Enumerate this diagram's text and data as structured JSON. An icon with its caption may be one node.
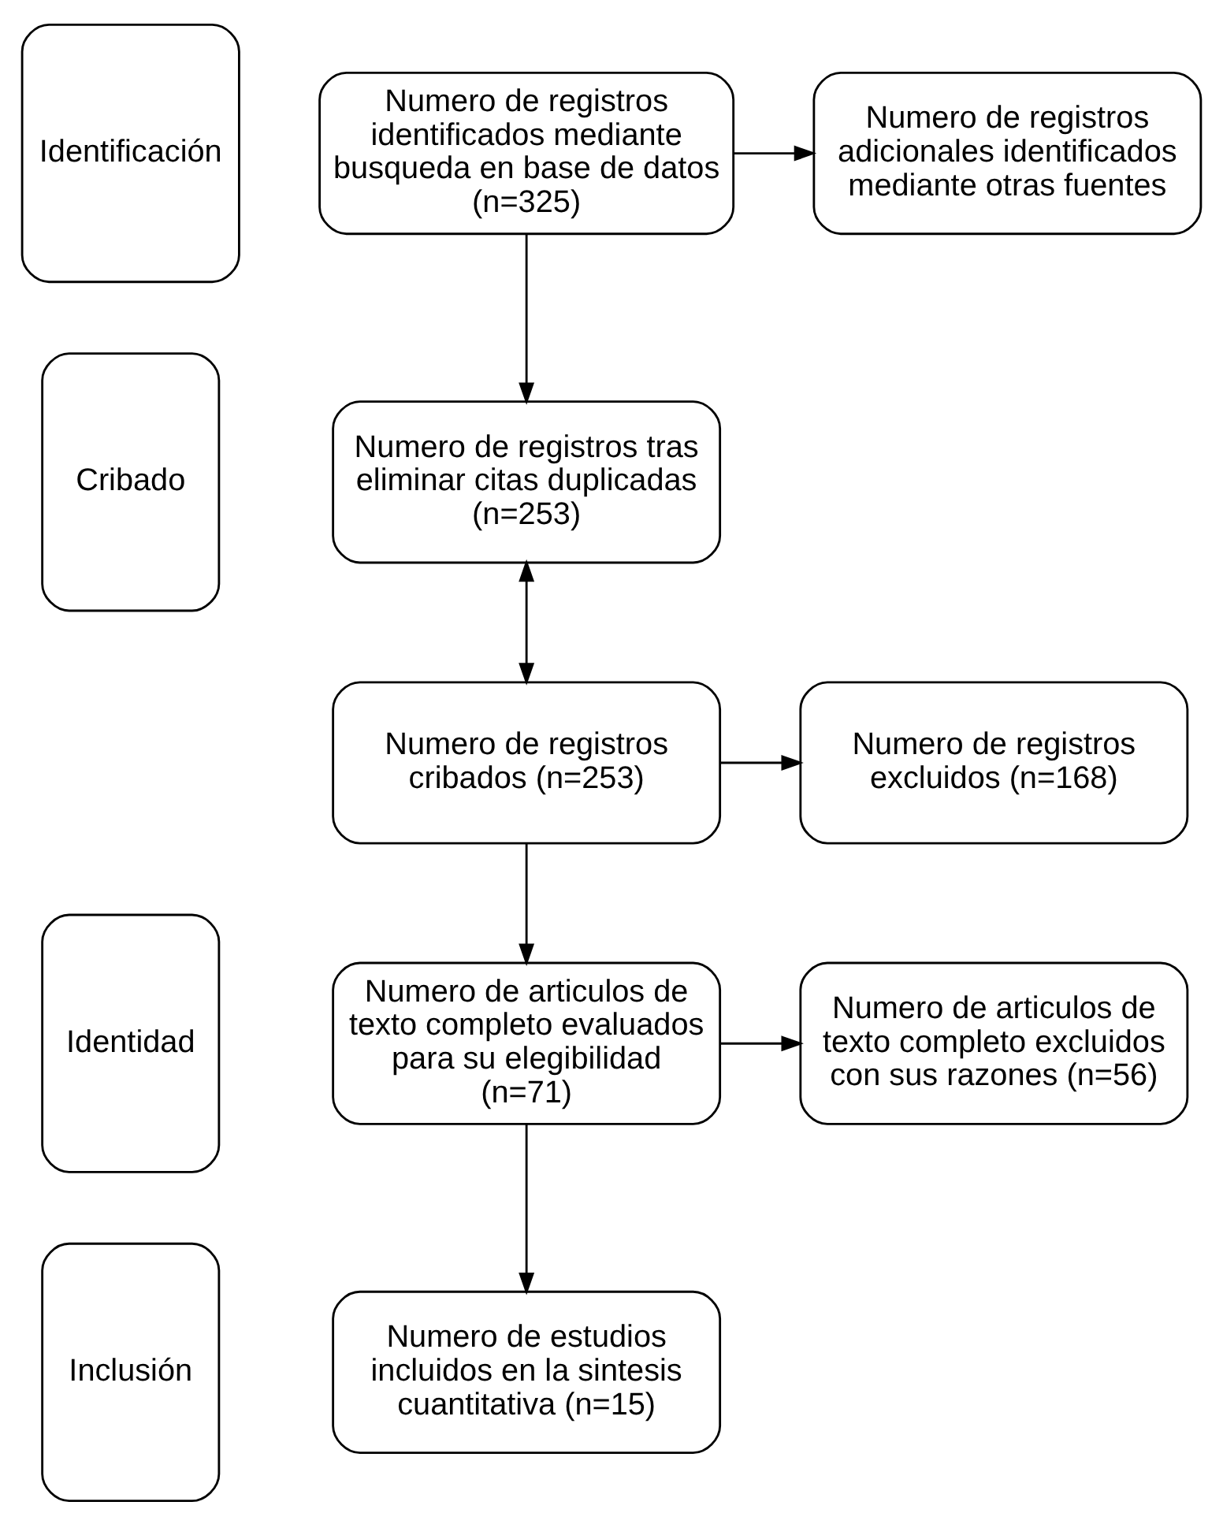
{
  "diagram": {
    "nodes": [
      {
        "text": [
          "Identificación"
        ]
      },
      {
        "text": [
          "Numero de registros identificados mediante busqueda en base de datos (n=325)"
        ]
      },
      {
        "text": [
          "Numero de registros adicionales identificados mediante otras fuentes"
        ]
      },
      {
        "text": [
          "Cribado"
        ]
      },
      {
        "text": [
          "Numero de registros tras eliminar citas duplicadas (n=253)"
        ]
      },
      {
        "text": [
          "Numero de registros cribados (n=253)"
        ]
      },
      {
        "text": [
          "Numero de registros excluidos (n=168)"
        ]
      },
      {
        "text": [
          "Identidad"
        ]
      },
      {
        "text": [
          "Numero de articulos de texto completo evaluados para su elegibilidad (n=71)"
        ]
      },
      {
        "text": [
          "Numero de articulos de texto completo excluidos con sus razones (n=56)"
        ]
      },
      {
        "text": [
          "Inclusión"
        ]
      },
      {
        "text": [
          "Numero de estudios incluidos en la sintesis cuantitativa (n=15)"
        ]
      }
    ],
    "edges": [
      {
        "from": 1,
        "to": 2,
        "arrow": "to"
      },
      {
        "from": 1,
        "to": 4,
        "arrow": "to"
      },
      {
        "from": 4,
        "to": 5,
        "arrow": "both"
      },
      {
        "from": 5,
        "to": 6,
        "arrow": "to"
      },
      {
        "from": 5,
        "to": 8,
        "arrow": "to"
      },
      {
        "from": 8,
        "to": 9,
        "arrow": "to"
      },
      {
        "from": 8,
        "to": 11,
        "arrow": "to"
      }
    ]
  }
}
